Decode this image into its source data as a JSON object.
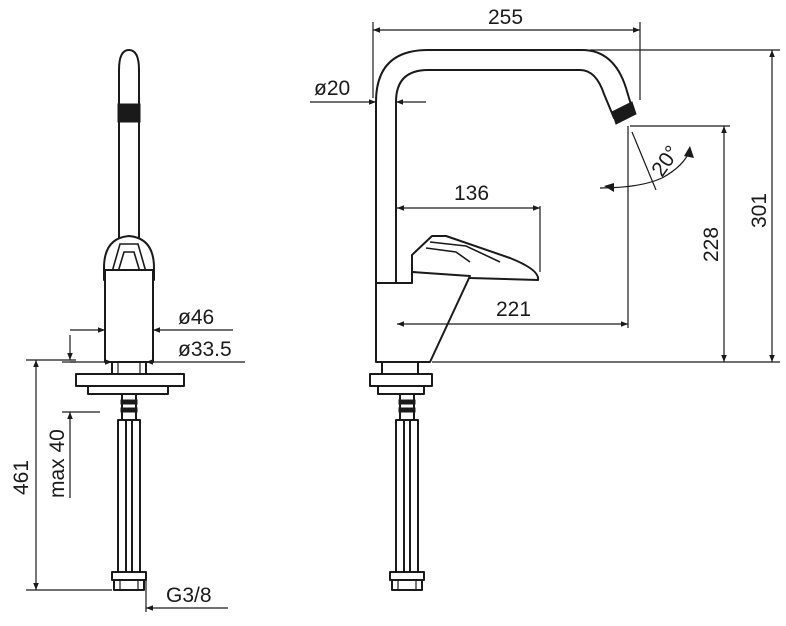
{
  "dimensions": {
    "spout_reach": "255",
    "pipe_diameter": "ø20",
    "angle": "20°",
    "handle_reach": "136",
    "aerator_reach": "221",
    "aerator_height": "228",
    "total_height": "301",
    "body_diameter": "ø46",
    "mount_hole_diameter": "ø33.5",
    "hose_length": "461",
    "max_thickness": "max 40",
    "thread_size": "G3/8"
  }
}
